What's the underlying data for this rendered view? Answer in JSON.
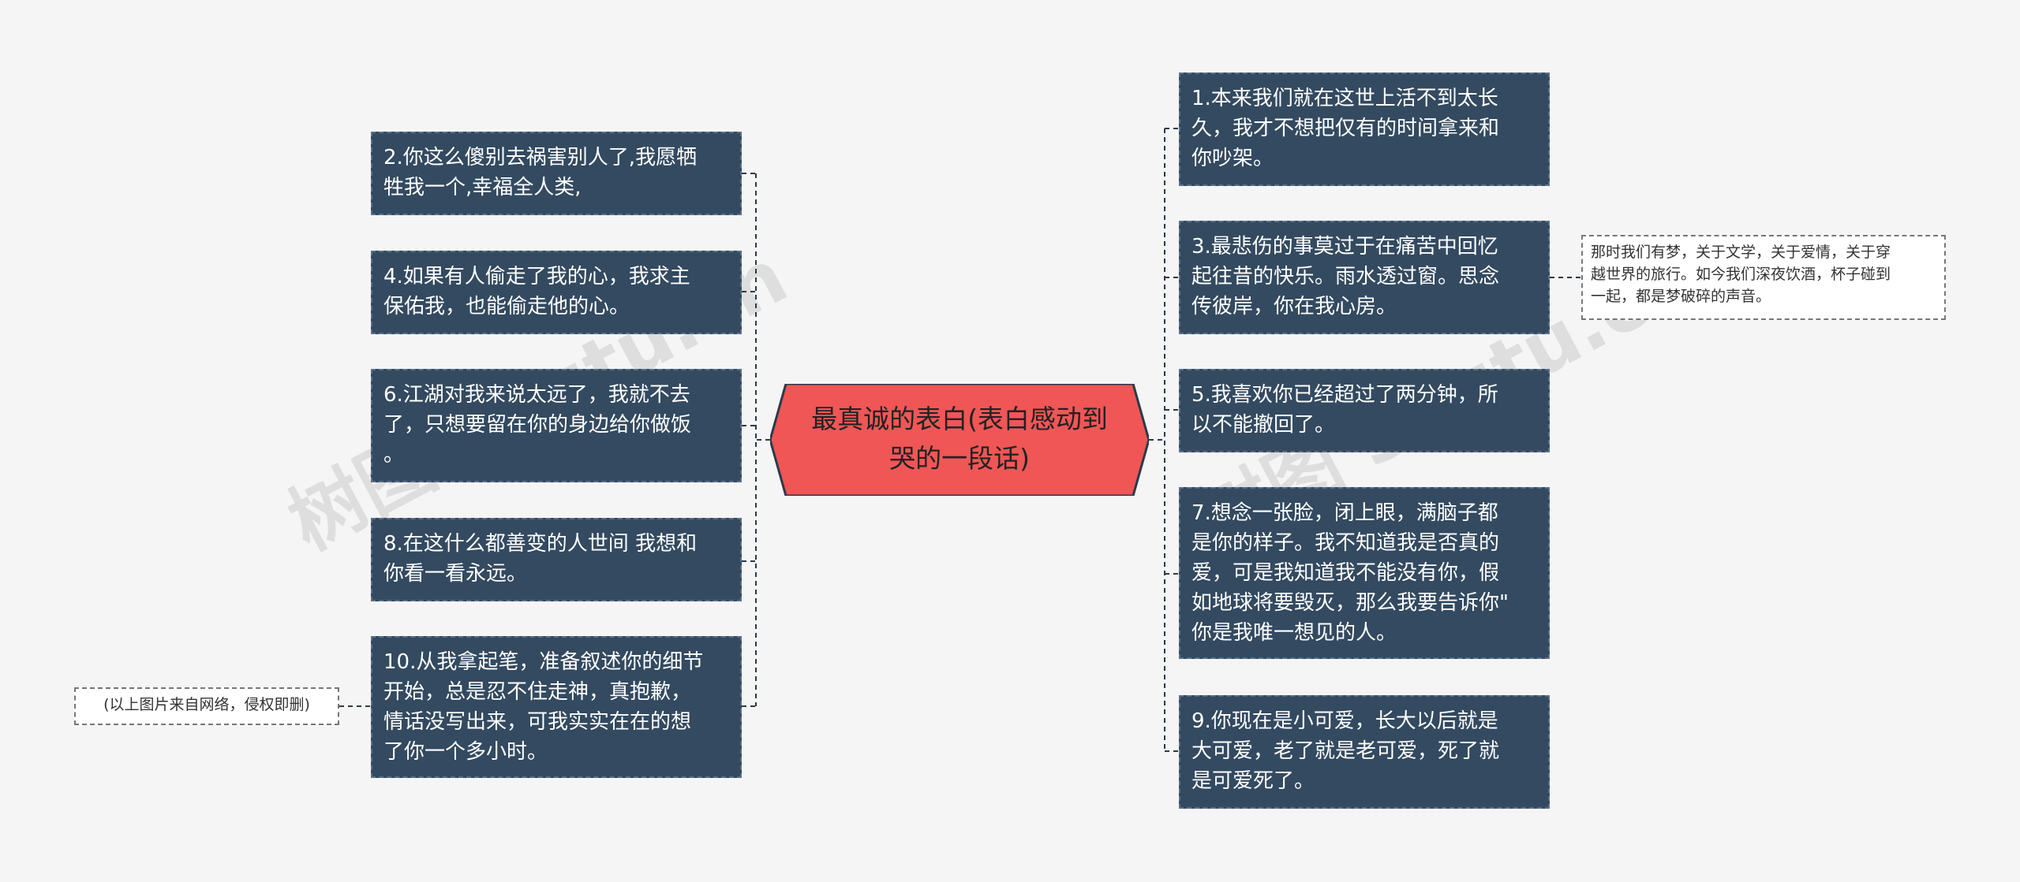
{
  "center": {
    "label": "最真诚的表白(表白感动到\n哭的一段话)"
  },
  "left_branches": [
    {
      "text": "2.你这么傻别去祸害别人了,我愿牺\n牲我一个,幸福全人类,"
    },
    {
      "text": "4.如果有人偷走了我的心，我求主\n保佑我，也能偷走他的心。"
    },
    {
      "text": "6.江湖对我来说太远了，我就不去\n了，只想要留在你的身边给你做饭\n。"
    },
    {
      "text": "8.在这什么都善变的人世间 我想和\n你看一看永远。"
    },
    {
      "text": "10.从我拿起笔，准备叙述你的细节\n开始，总是忍不住走神，真抱歉，\n情话没写出来，可我实实在在的想\n了你一个多小时。"
    }
  ],
  "right_branches": [
    {
      "text": "1.本来我们就在这世上活不到太长\n久，我才不想把仅有的时间拿来和\n你吵架。"
    },
    {
      "text": "3.最悲伤的事莫过于在痛苦中回忆\n起往昔的快乐。雨水透过窗。思念\n传彼岸，你在我心房。"
    },
    {
      "text": "5.我喜欢你已经超过了两分钟，所\n以不能撤回了。"
    },
    {
      "text": "7.想念一张脸，闭上眼，满脑子都\n是你的样子。我不知道我是否真的\n爱，可是我知道我不能没有你，假\n如地球将要毁灭，那么我要告诉你\"\n你是我唯一想见的人。"
    },
    {
      "text": "9.你现在是小可爱，长大以后就是\n大可爱，老了就是老可爱，死了就\n是可爱死了。"
    }
  ],
  "notes": {
    "left": "(以上图片来自网络，侵权即删)",
    "right": "那时我们有梦，关于文学，关于爱情，关于穿\n越世界的旅行。如今我们深夜饮酒，杯子碰到\n一起，都是梦破碎的声音。"
  },
  "watermarks": [
    "树图 shutu.cn",
    "树图 shutu.cn"
  ],
  "colors": {
    "background": "#f5f5f6",
    "center_fill": "#f05656",
    "center_border": "#2b3a4a",
    "node_fill": "#334a60",
    "node_text": "#ffffff",
    "connector": "#2b3a4a"
  }
}
